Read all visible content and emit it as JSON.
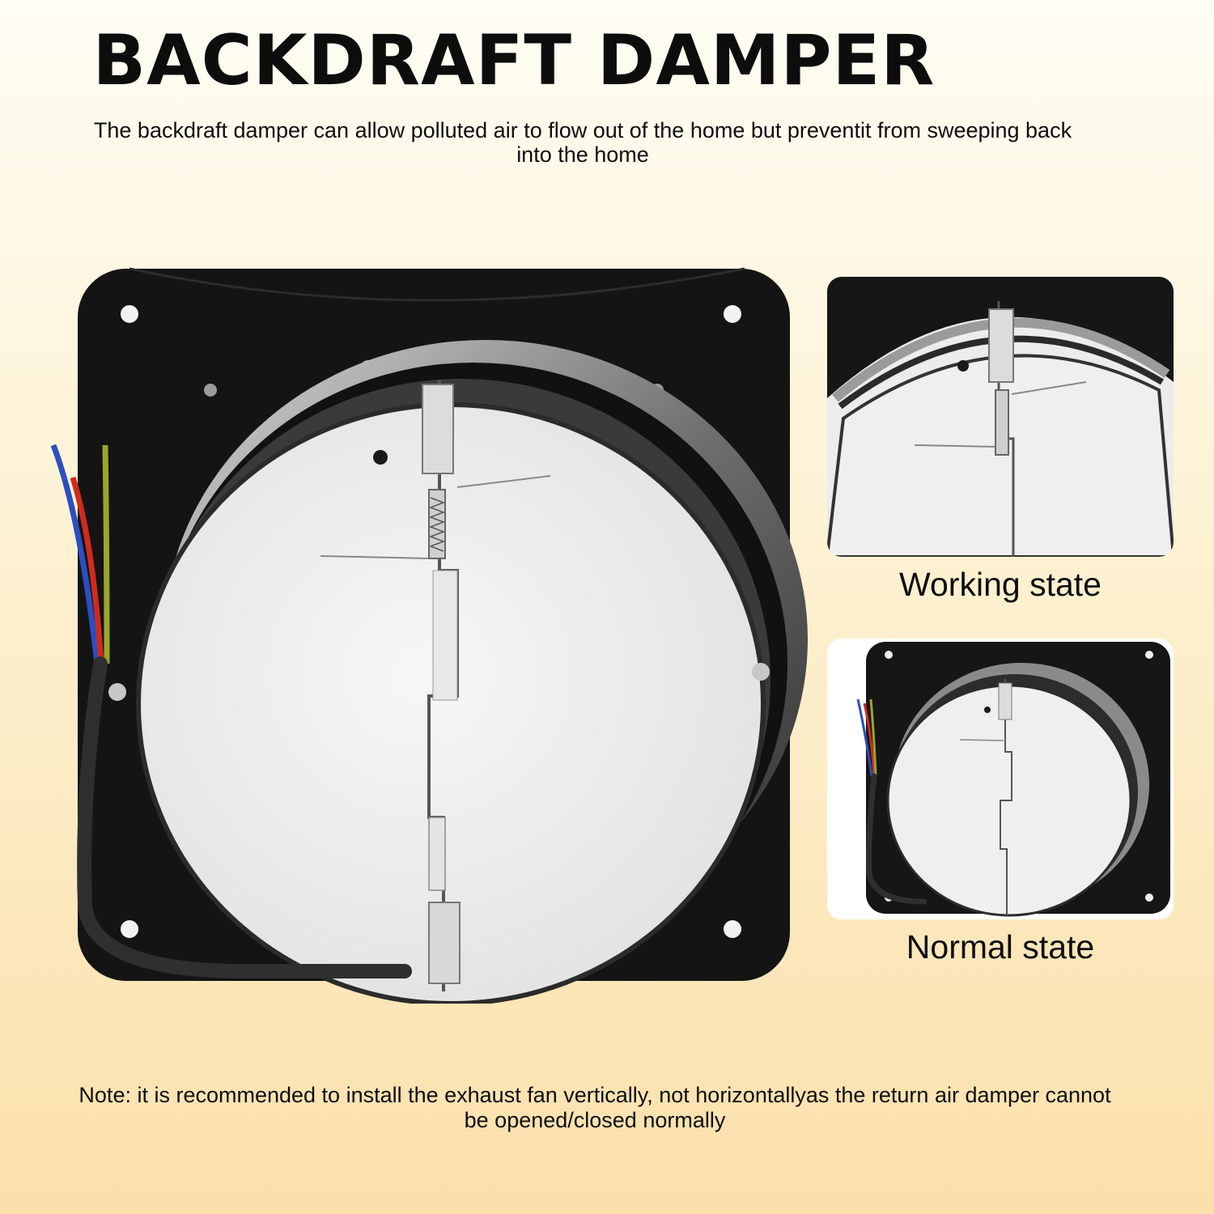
{
  "header": {
    "title": "BACKDRAFT DAMPER",
    "subtitle": "The backdraft damper can allow polluted air to flow out of the home but preventit from sweeping back into the home"
  },
  "panels": {
    "working_caption": "Working state",
    "normal_caption": "Normal state"
  },
  "footer": {
    "note": "Note: it is recommended to install the exhaust fan vertically, not horizontallyas the return air damper cannot be opened/closed normally"
  },
  "colors": {
    "background_top": "#fffdf4",
    "background_bottom": "#fbe0ab",
    "housing": "#141414",
    "damper_plate": "#f0f0f0",
    "wire_blue": "#2a4fc0",
    "wire_red": "#d02a1e",
    "wire_green": "#9aa62a"
  }
}
